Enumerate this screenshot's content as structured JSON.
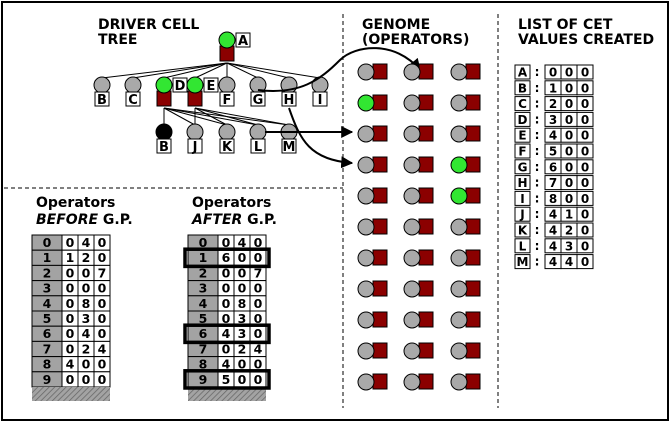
{
  "driver_cell_tree": {
    "title_line1": "DRIVER CELL",
    "title_line2": "TREE",
    "root": "A",
    "level1": [
      "B",
      "C",
      "D",
      "E",
      "F",
      "G",
      "H",
      "I"
    ],
    "level2": [
      "B",
      "J",
      "K",
      "L",
      "M"
    ]
  },
  "genome": {
    "title_line1": "GENOME",
    "title_line2": "(OPERATORS)",
    "green_cells": [
      [
        1,
        0
      ],
      [
        3,
        2
      ],
      [
        4,
        2
      ]
    ]
  },
  "cet_list": {
    "title_line1": "LIST OF CET",
    "title_line2": "VALUES CREATED",
    "entries": [
      {
        "label": "A",
        "value": [
          "0",
          "0",
          "0"
        ]
      },
      {
        "label": "B",
        "value": [
          "1",
          "0",
          "0"
        ]
      },
      {
        "label": "C",
        "value": [
          "2",
          "0",
          "0"
        ]
      },
      {
        "label": "D",
        "value": [
          "3",
          "0",
          "0"
        ]
      },
      {
        "label": "E",
        "value": [
          "4",
          "0",
          "0"
        ]
      },
      {
        "label": "F",
        "value": [
          "5",
          "0",
          "0"
        ]
      },
      {
        "label": "G",
        "value": [
          "6",
          "0",
          "0"
        ]
      },
      {
        "label": "H",
        "value": [
          "7",
          "0",
          "0"
        ]
      },
      {
        "label": "I",
        "value": [
          "8",
          "0",
          "0"
        ]
      },
      {
        "label": "J",
        "value": [
          "4",
          "1",
          "0"
        ]
      },
      {
        "label": "K",
        "value": [
          "4",
          "2",
          "0"
        ]
      },
      {
        "label": "L",
        "value": [
          "4",
          "3",
          "0"
        ]
      },
      {
        "label": "M",
        "value": [
          "4",
          "4",
          "0"
        ]
      }
    ]
  },
  "operators_before": {
    "title": "Operators",
    "sub_emph": "BEFORE",
    "sub_rest": " G.P.",
    "rows": [
      [
        "0",
        "0",
        "4",
        "0"
      ],
      [
        "1",
        "1",
        "2",
        "0"
      ],
      [
        "2",
        "0",
        "0",
        "7"
      ],
      [
        "3",
        "0",
        "0",
        "0"
      ],
      [
        "4",
        "0",
        "8",
        "0"
      ],
      [
        "5",
        "0",
        "3",
        "0"
      ],
      [
        "6",
        "0",
        "4",
        "0"
      ],
      [
        "7",
        "0",
        "2",
        "4"
      ],
      [
        "8",
        "4",
        "0",
        "0"
      ],
      [
        "9",
        "0",
        "0",
        "0"
      ]
    ]
  },
  "operators_after": {
    "title": "Operators",
    "sub_emph": "AFTER",
    "sub_rest": " G.P.",
    "rows": [
      [
        "0",
        "0",
        "4",
        "0"
      ],
      [
        "1",
        "6",
        "0",
        "0"
      ],
      [
        "2",
        "0",
        "0",
        "7"
      ],
      [
        "3",
        "0",
        "0",
        "0"
      ],
      [
        "4",
        "0",
        "8",
        "0"
      ],
      [
        "5",
        "0",
        "3",
        "0"
      ],
      [
        "6",
        "4",
        "3",
        "0"
      ],
      [
        "7",
        "0",
        "2",
        "4"
      ],
      [
        "8",
        "4",
        "0",
        "0"
      ],
      [
        "9",
        "5",
        "0",
        "0"
      ]
    ],
    "highlighted_rows": [
      1,
      6,
      9
    ]
  },
  "colors": {
    "green": "#32e632",
    "gray": "#a9a9a9",
    "maroon": "#8b0000",
    "table_gray": "#a3a3a3"
  }
}
